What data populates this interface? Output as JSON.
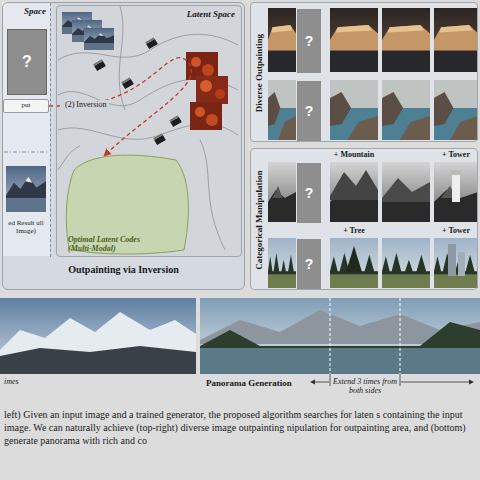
{
  "diagram": {
    "caption": "left) Given an input image and a trained generator, the proposed algorithm searches for laten s containing the input image. We can naturally achieve (top-right) diverse image outpainting nipulation for outpainting area, and (bottom) generate panorama with rich and co",
    "nodes": [
      {
        "text": [
          "Outpainting via Inversion"
        ]
      },
      {
        "text": [
          "Space"
        ],
        "in": 0
      },
      {
        "text": [
          "?"
        ],
        "in": 1
      },
      {
        "text": [
          "put"
        ],
        "in": 1
      },
      {
        "text": [
          "ed Result ull Image)"
        ],
        "in": 1
      },
      {
        "text": [
          "Latent Space"
        ],
        "in": 0
      },
      {
        "text": [
          "Optimal Latent Codes (Multi-Modal)"
        ],
        "in": 5
      },
      {
        "text": [
          "Diverse Outpainting"
        ]
      },
      {
        "text": [
          "?"
        ],
        "in": 7
      },
      {
        "text": [
          "?"
        ],
        "in": 7
      },
      {
        "text": [
          "Categorical Manipulation"
        ]
      },
      {
        "text": [
          "?"
        ],
        "in": 10
      },
      {
        "text": [
          "?"
        ],
        "in": 10
      }
    ],
    "edges": [
      {
        "from": 3,
        "to": 6,
        "label": "(2) Inversion",
        "arrow": "to"
      }
    ],
    "labels": [
      "+ Mountain",
      "+ Tower",
      "+ Tree",
      "+ Tower",
      "Panorama Generation",
      "Extend 3 times from both sides",
      "imes"
    ]
  }
}
